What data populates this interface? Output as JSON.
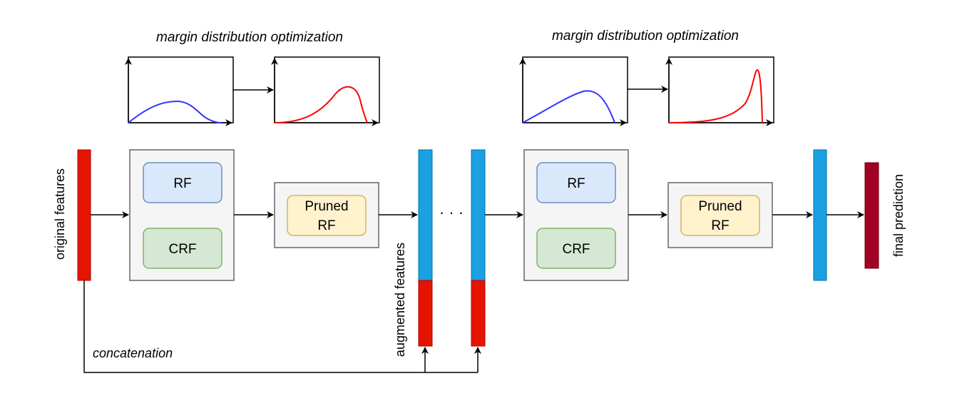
{
  "labels": {
    "optimization_1": "margin distribution optimization",
    "optimization_2": "margin distribution optimization",
    "original_features": "original features",
    "augmented_features": "augmented features",
    "final_prediction": "final prediction",
    "concatenation": "concatenation",
    "ellipsis": "· · ·"
  },
  "stage_1": {
    "rf": "RF",
    "crf": "CRF",
    "pruned_line1": "Pruned",
    "pruned_line2": "RF"
  },
  "stage_2": {
    "rf": "RF",
    "crf": "CRF",
    "pruned_line1": "Pruned",
    "pruned_line2": "RF"
  },
  "colors": {
    "original_vector": "#e51400",
    "augmented_vector": "#1ba1e2",
    "prediction_vector": "#a20025",
    "before_curve": "#3333ff",
    "after_curve": "#ff0000",
    "rf_fill": "#dae8fc",
    "rf_stroke": "#6c8ebf",
    "crf_fill": "#d5e8d4",
    "crf_stroke": "#82b366",
    "pruned_fill": "#fff2cc",
    "pruned_stroke": "#d6b656",
    "container_fill": "#f5f5f5",
    "container_stroke": "#666666"
  }
}
